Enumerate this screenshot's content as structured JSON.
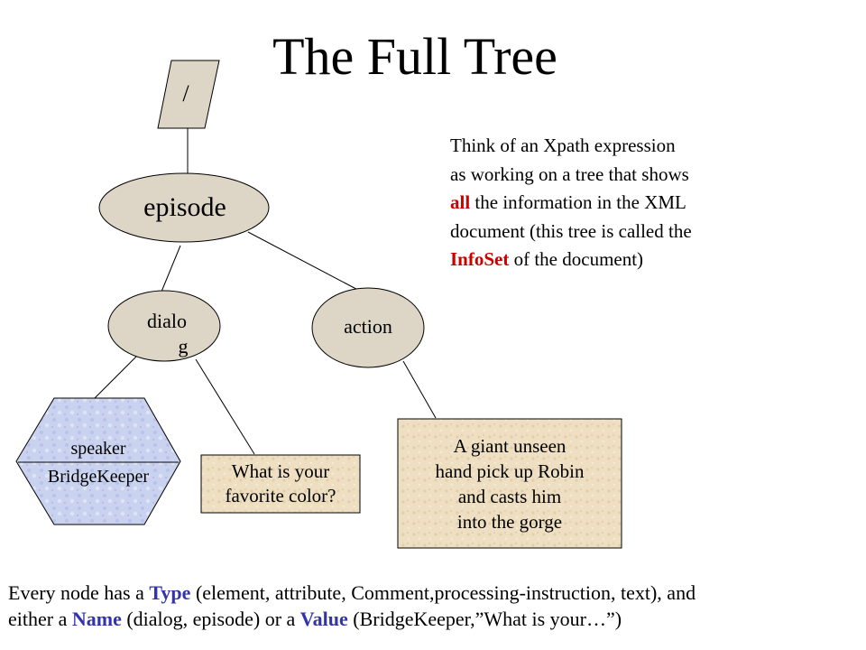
{
  "title": "The Full Tree",
  "nodes": {
    "root": "/",
    "episode": "episode",
    "dialog_part1": "dialo",
    "dialog_part2": "g",
    "action": "action",
    "attribute_name": "speaker",
    "attribute_value": "BridgeKeeper",
    "dialog_text_line1": "What is your",
    "dialog_text_line2": "favorite color?",
    "action_text_line1": "A giant unseen",
    "action_text_line2": "hand pick up Robin",
    "action_text_line3": "and casts him",
    "action_text_line4": "into the gorge"
  },
  "note": {
    "line1": "Think of an Xpath expression",
    "line2": "as working on a tree that shows",
    "line3_highlight": "all",
    "line3_rest": " the information in the XML",
    "line4": "document (this tree is called the",
    "line5_highlight": "InfoSet",
    "line5_rest": " of the document)"
  },
  "footer": {
    "p1": "Every node has a ",
    "type_word": "Type",
    "p2": " (element, attribute, Comment,processing-instruction, text), and",
    "p3": "either a ",
    "name_word": "Name",
    "p4": " (dialog, episode) or a ",
    "value_word": "Value",
    "p5": " (BridgeKeeper,”What is your…”)"
  },
  "colors": {
    "node_fill": "#ddd5c5",
    "parchment_fill": "#eedfc2",
    "hex_fill": "#c8d2ee",
    "highlight_red": "#cc0000",
    "keyword_blue": "#3333aa"
  }
}
